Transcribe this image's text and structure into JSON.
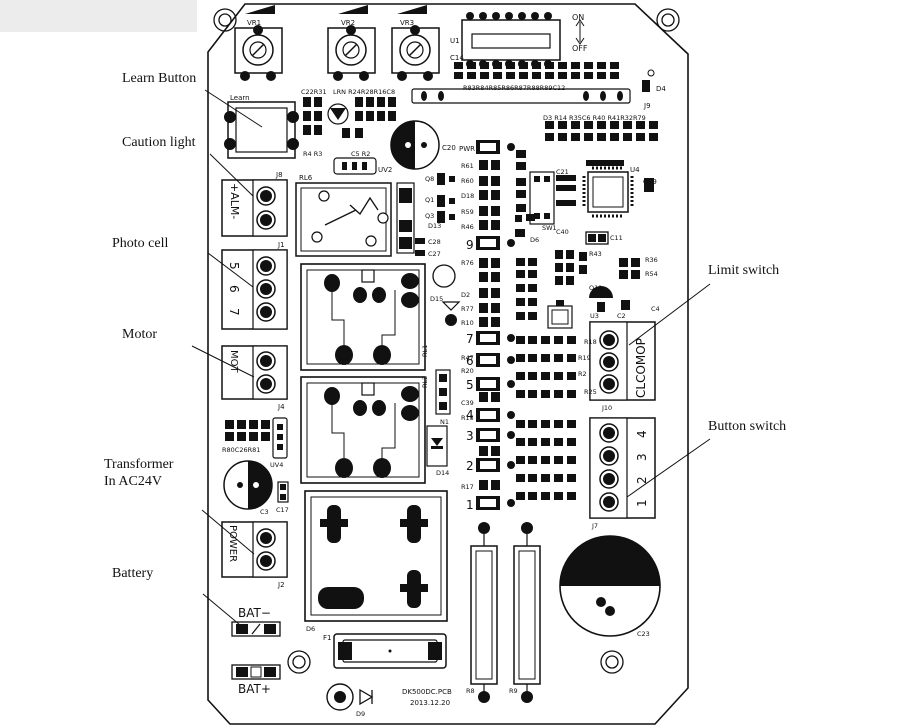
{
  "callouts": {
    "learn_button": "Learn Button",
    "caution_light": "Caution light",
    "photo_cell": "Photo cell",
    "motor": "Motor",
    "transformer_line1": "Transformer",
    "transformer_line2": "In AC24V",
    "battery": "Battery",
    "limit_switch": "Limit switch",
    "button_switch": "Button switch"
  },
  "board": {
    "pot_labels": [
      "VR1",
      "VR2",
      "VR3"
    ],
    "u1": "U1",
    "on": "ON",
    "off": "OFF",
    "c14": "C14",
    "top_resistors": "R83R84R85R86R87R88R89C12",
    "j9": "J9",
    "d4": "D4",
    "learn": "Learn",
    "c22_row": "C22R31",
    "lrn_row": "LRN R24R28R16C8",
    "r4r3": "R4 R3",
    "c5r2": "C5 R2",
    "uv2": "UV2",
    "c20": "C20",
    "d3_row": "D3 R14 R35C6 R40 R41R32R79",
    "pwr": "PWR",
    "r61": "R61",
    "r60": "R60",
    "d18": "D18",
    "r59": "R59",
    "r46": "R46",
    "q8": "Q8",
    "q1": "Q1",
    "q3": "Q3",
    "d13": "D13",
    "c28": "C28",
    "c27": "C27",
    "rl6": "RL6",
    "j8": "J8",
    "j8_text": "+ALM-",
    "j1": "J1",
    "j1_pins": [
      "5",
      "6",
      "7"
    ],
    "u4": "U4",
    "c19": "C19",
    "c21": "C21",
    "sw1": "SW1",
    "c40": "C40",
    "c11": "C11",
    "d6": "D6",
    "r43": "R43",
    "r36": "R36",
    "r54": "R54",
    "r76": "R76",
    "r77": "R77",
    "r10": "R10",
    "d15": "D15",
    "u3": "U3",
    "c2": "C2",
    "c4": "C4",
    "q11": "Q11",
    "d2": "D2",
    "rl1": "RL1",
    "rl2": "RL2",
    "n1": "N1",
    "c39": "C39",
    "r47": "R47",
    "r20": "R20",
    "r15": "R15",
    "r17": "R17",
    "d14": "D14",
    "j4": "J4",
    "mot": "MOT",
    "r80_row": "R80C26R81",
    "uv4": "UV4",
    "c3": "C3",
    "c17": "C17",
    "j2": "J2",
    "power": "POWER",
    "d6b": "D6",
    "bat_minus": "BAT−",
    "bat_plus": "BAT+",
    "f1": "F1",
    "d9": "D9",
    "pcb_name": "DK500DC.PCB",
    "pcb_date": "2013.12.20",
    "r8": "R8",
    "r9": "R9",
    "c23": "C23",
    "j10": "J10",
    "j10_text": "CLCOMOP",
    "j7": "J7",
    "j7_pins": [
      "4",
      "3",
      "2",
      "1"
    ],
    "led_numbers": [
      "9",
      "7",
      "6",
      "5",
      "4",
      "3",
      "2",
      "1"
    ],
    "r19": "R19",
    "r2b": "R2",
    "r25": "R25",
    "r18": "R18"
  },
  "colors": {
    "ink": "#111111",
    "board": "#ffffff",
    "topbar": "#ececec"
  }
}
